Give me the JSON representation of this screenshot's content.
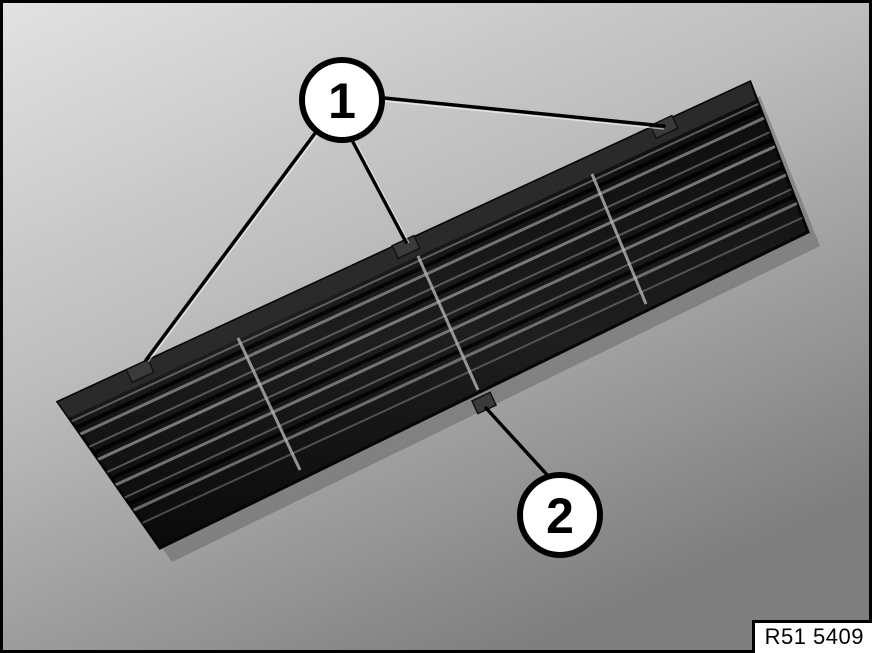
{
  "callouts": [
    {
      "number": "1"
    },
    {
      "number": "2"
    }
  ],
  "reference_code": "R51 5409",
  "colors": {
    "background_gradient_top": "#d8d8d8",
    "background_gradient_bottom": "#8a8a8a",
    "grille_dark": "#151515",
    "grille_highlight": "#9a9a9a",
    "callout_fill": "#ffffff",
    "callout_stroke": "#000000",
    "frame": "#000000"
  },
  "icons": {
    "callout_shape": "circle-number-icon",
    "part": "air-grille-icon"
  }
}
